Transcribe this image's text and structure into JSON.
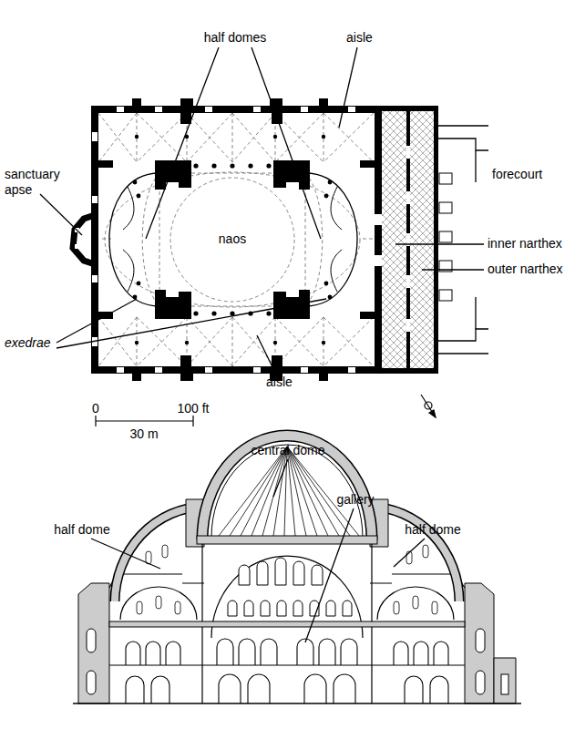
{
  "diagram": {
    "labels": [
      "half domes",
      "aisle",
      "sanctuary apse",
      "naos",
      "forecourt",
      "inner narthex",
      "outer narthex",
      "exedrae",
      "aisle",
      "0",
      "100 ft",
      "30 m",
      "central dome",
      "gallery",
      "half dome",
      "half dome"
    ]
  }
}
